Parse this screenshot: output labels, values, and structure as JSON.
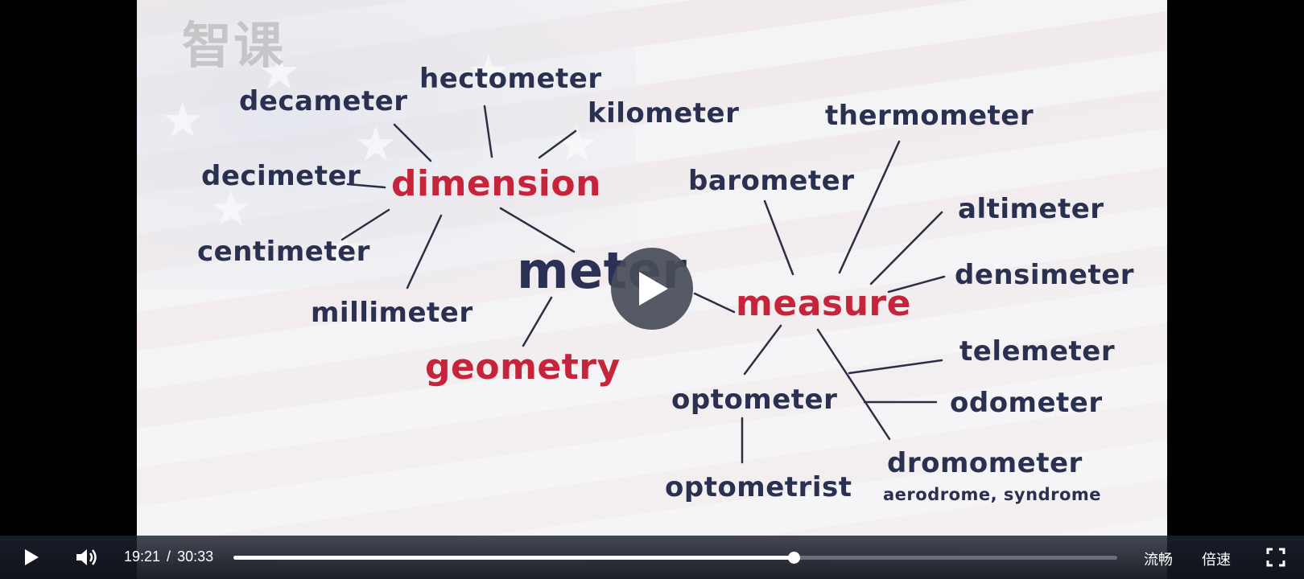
{
  "player": {
    "watermark": "智课",
    "current_time": "19:21",
    "time_separator": "/",
    "duration": "30:33",
    "progress": 0.634,
    "quality_label": "流畅",
    "speed_label": "倍速",
    "icons": {
      "play": "play-icon",
      "volume": "volume-icon",
      "fullscreen": "fullscreen-icon",
      "big_play": "big-play-icon"
    },
    "colors": {
      "accent_red": "#c5243a",
      "word_navy": "#2a3150",
      "controls_bg": "#1e2330"
    }
  },
  "slide": {
    "center": "meter",
    "hubs": {
      "dimension": "dimension",
      "geometry": "geometry",
      "measure": "measure"
    },
    "dimension_words": {
      "decameter": "decameter",
      "hectometer": "hectometer",
      "kilometer": "kilometer",
      "decimeter": "decimeter",
      "centimeter": "centimeter",
      "millimeter": "millimeter"
    },
    "measure_words": {
      "thermometer": "thermometer",
      "barometer": "barometer",
      "altimeter": "altimeter",
      "densimeter": "densimeter",
      "telemeter": "telemeter",
      "odometer": "odometer",
      "optometer": "optometer",
      "optometrist": "optometrist",
      "dromometer": "dromometer",
      "dromometer_note": "aerodrome, syndrome"
    }
  }
}
